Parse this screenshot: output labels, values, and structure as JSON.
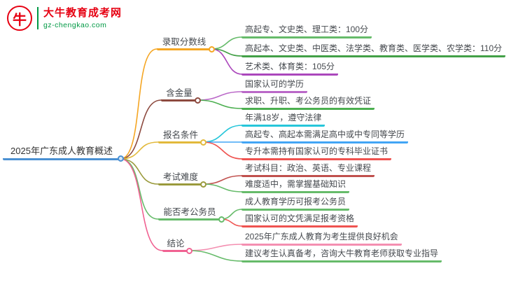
{
  "logo": {
    "title": "大牛教育成考网",
    "url": "gz-chengkao.com",
    "icon": "bull-icon",
    "icon_glyph": "牛",
    "title_color": "#e60012",
    "url_color": "#009944"
  },
  "root": {
    "label": "2025年广东成人教育概述",
    "color": "#4a90d2"
  },
  "branches": [
    {
      "label": "录取分数线",
      "color": "#f5a623",
      "children": [
        {
          "label": "高起专、文史类、理工类：100分",
          "color": "#66bb6a"
        },
        {
          "label": "高起本、文史类、中医类、法学类、教育类、医学类、农学类：110分",
          "color": "#43a047"
        },
        {
          "label": "艺术类、体育类：105分",
          "color": "#ab47bc"
        }
      ]
    },
    {
      "label": "含金量",
      "color": "#8d4a3f",
      "children": [
        {
          "label": "国家认可的学历",
          "color": "#ba68c8"
        },
        {
          "label": "求职、升职、考公务员的有效凭证",
          "color": "#4caf50"
        }
      ]
    },
    {
      "label": "报名条件",
      "color": "#e2b93b",
      "children": [
        {
          "label": "年满18岁，遵守法律",
          "color": "#26c6da"
        },
        {
          "label": "高起专、高起本需满足高中或中专同等学历",
          "color": "#42a5f5"
        },
        {
          "label": "专升本需持有国家认可的专科毕业证书",
          "color": "#ef5350"
        }
      ]
    },
    {
      "label": "考试难度",
      "color": "#9a9a3c",
      "children": [
        {
          "label": "考试科目：政治、英语、专业课程",
          "color": "#c0504d"
        },
        {
          "label": "难度适中，需掌握基础知识",
          "color": "#66bb6a"
        }
      ]
    },
    {
      "label": "能否考公务员",
      "color": "#66bb6a",
      "children": [
        {
          "label": "成人教育学历可报考公务员",
          "color": "#66bb6a"
        },
        {
          "label": "国家认可的文凭满足报考资格",
          "color": "#ef5350"
        }
      ]
    },
    {
      "label": "结论",
      "color": "#f06292",
      "children": [
        {
          "label": "2025年广东成人教育为考生提供良好机会",
          "color": "#f48fb1"
        },
        {
          "label": "建议考生认真备考，咨询大牛教育老师获取专业指导",
          "color": "#66bb6a"
        }
      ]
    }
  ]
}
